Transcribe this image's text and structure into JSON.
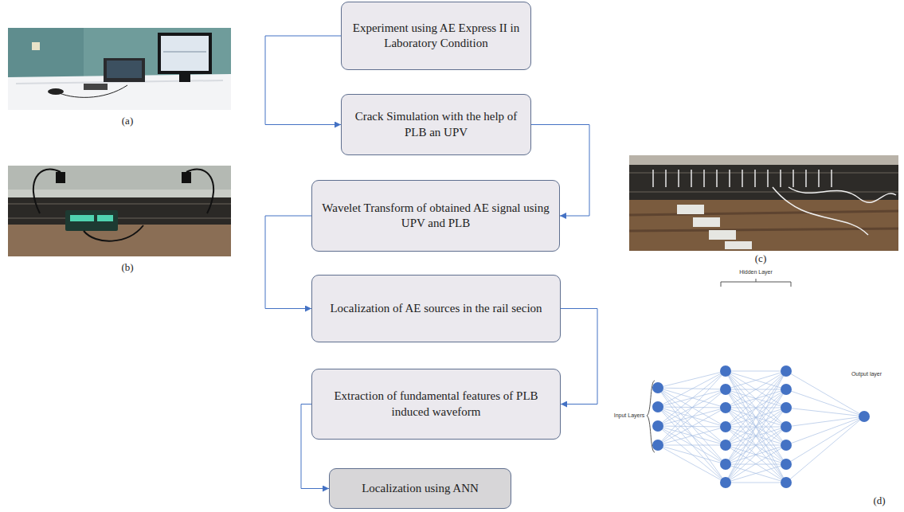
{
  "diagram": {
    "nodes": [
      {
        "text": [
          "Experiment using AE Express II in Laboratory Condition"
        ]
      },
      {
        "text": [
          "Crack Simulation with the help of PLB an UPV"
        ]
      },
      {
        "text": [
          "Wavelet Transform of obtained AE signal using UPV and PLB"
        ]
      },
      {
        "text": [
          "Localization of AE sources in the rail secion"
        ]
      },
      {
        "text": [
          "Extraction of fundamental features of PLB induced waveform"
        ]
      },
      {
        "text": [
          "Localization using ANN"
        ]
      }
    ],
    "edges": [
      {
        "from": 0,
        "to": 1,
        "arrow": "to"
      },
      {
        "from": 1,
        "to": 2,
        "arrow": "to"
      },
      {
        "from": 2,
        "to": 3,
        "arrow": "to"
      },
      {
        "from": 3,
        "to": 4,
        "arrow": "to"
      },
      {
        "from": 4,
        "to": 5,
        "arrow": "to"
      }
    ],
    "labels": [
      "(a)",
      "(b)",
      "(c)",
      "Hidden Layer",
      "Input Layers",
      "Output layer",
      "(d)"
    ]
  }
}
